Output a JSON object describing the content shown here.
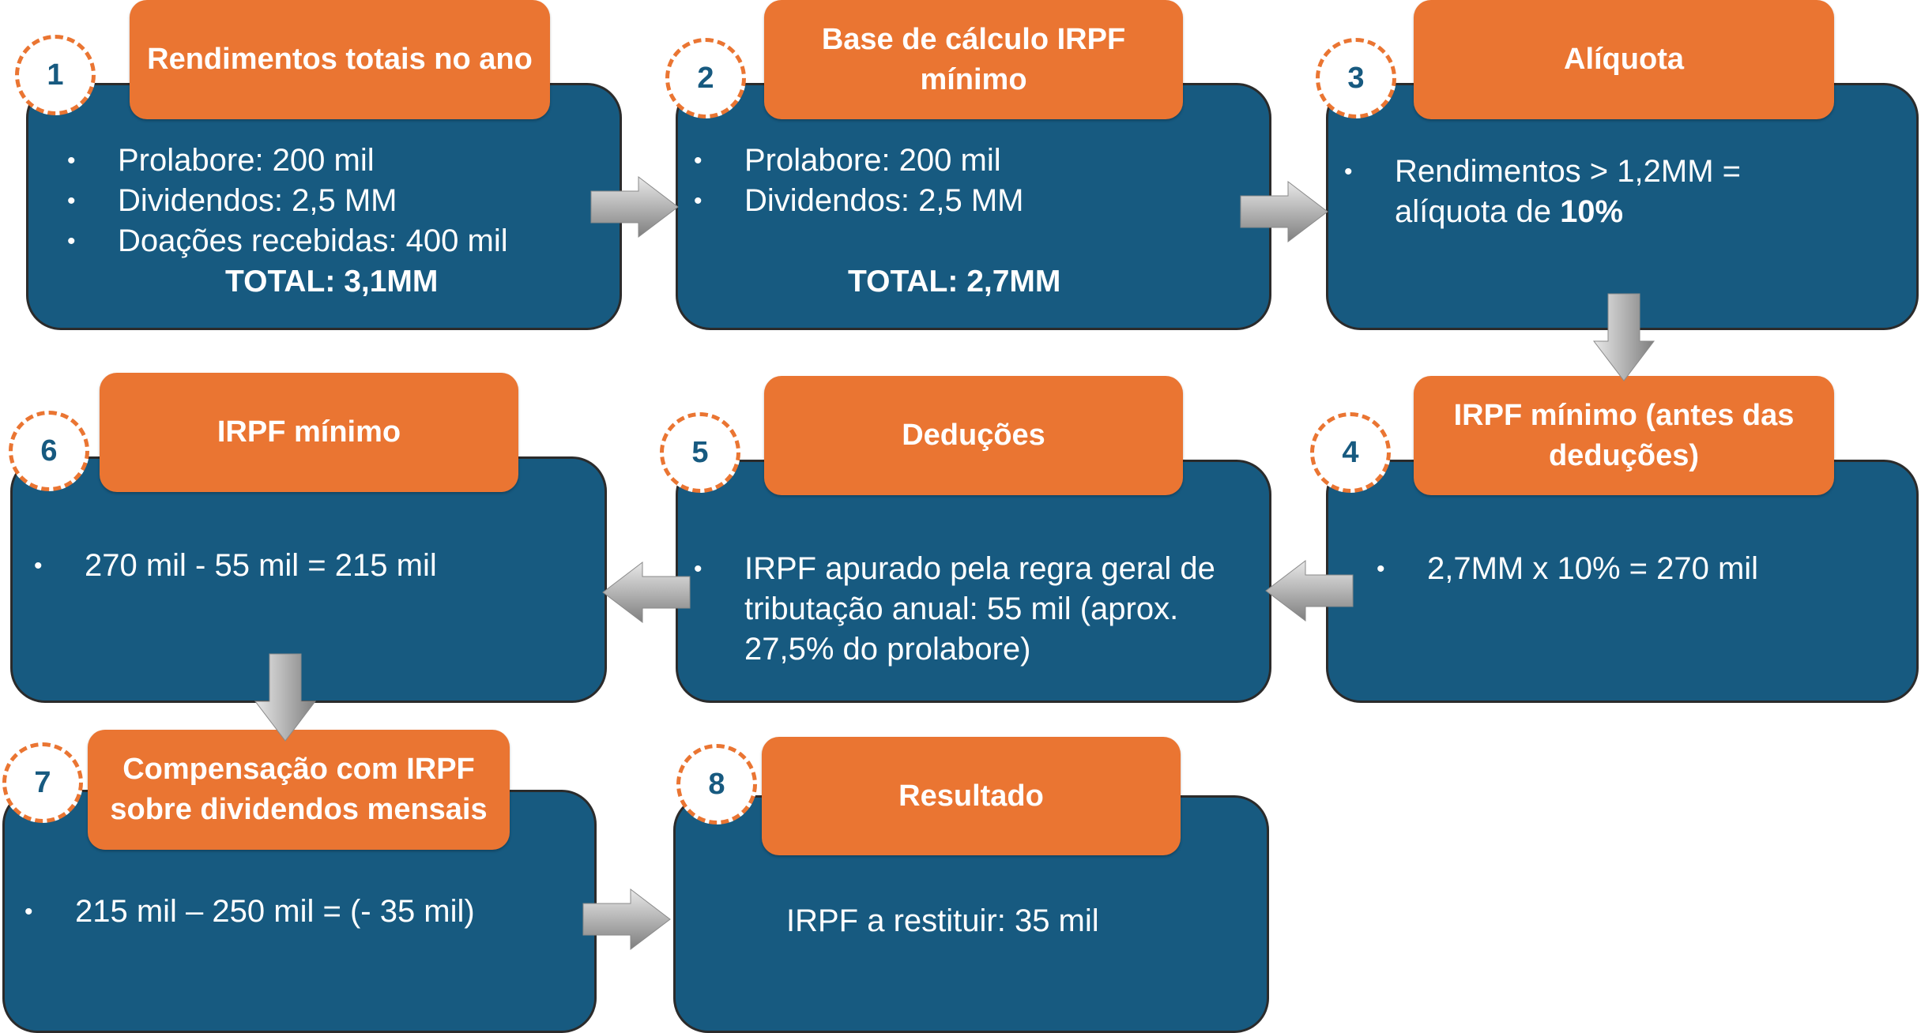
{
  "steps": [
    {
      "number": "1",
      "title": "Rendimentos totais no ano",
      "bullets": [
        "Prolabore: 200 mil",
        "Dividendos: 2,5 MM",
        "Doações recebidas: 400 mil"
      ],
      "total": "TOTAL: 3,1MM"
    },
    {
      "number": "2",
      "title": "Base de cálculo IRPF mínimo",
      "bullets": [
        "Prolabore: 200 mil",
        "Dividendos: 2,5 MM"
      ],
      "total": "TOTAL: 2,7MM"
    },
    {
      "number": "3",
      "title": "Alíquota",
      "bullet_prefix": "Rendimentos > 1,2MM = alíquota de ",
      "bullet_bold": "10%"
    },
    {
      "number": "4",
      "title": "IRPF mínimo (antes das deduções)",
      "bullets": [
        "2,7MM x 10% = 270 mil"
      ]
    },
    {
      "number": "5",
      "title": "Deduções",
      "bullets": [
        "IRPF apurado pela regra geral de tributação anual: 55 mil (aprox. 27,5% do prolabore)"
      ]
    },
    {
      "number": "6",
      "title": "IRPF mínimo",
      "bullets": [
        "270 mil - 55 mil = 215 mil"
      ]
    },
    {
      "number": "7",
      "title": "Compensação com IRPF sobre dividendos mensais",
      "bullets": [
        "215 mil – 250 mil = (- 35 mil)"
      ]
    },
    {
      "number": "8",
      "title": "Resultado",
      "text": "IRPF a restituir: 35 mil"
    }
  ],
  "bullet_symbol": "•",
  "colors": {
    "box": "#175a80",
    "header": "#ea7532",
    "badge_border": "#ea7532",
    "arrow": "#a6a6a6"
  }
}
